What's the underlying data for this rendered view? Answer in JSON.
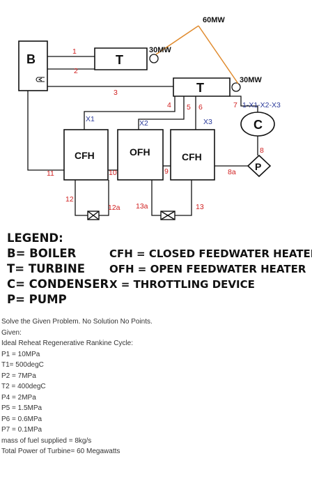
{
  "diagram": {
    "boiler": "B",
    "turbine_hp": "T",
    "turbine_lp": "T",
    "condenser": "C",
    "pump": "P",
    "cfh_left": "CFH",
    "ofh": "OFH",
    "cfh_right": "CFH",
    "power_total": "60MW",
    "power_hp": "30MW",
    "power_lp": "30MW",
    "flow_main": "1-X1-X2-X3",
    "x1": "X1",
    "x2": "X2",
    "x3": "X3",
    "states": [
      "1",
      "2",
      "3",
      "4",
      "5",
      "6",
      "7",
      "8",
      "8a",
      "9",
      "10",
      "11",
      "12",
      "12a",
      "13a",
      "13"
    ]
  },
  "legend": {
    "title": "LEGEND:",
    "left": [
      "B= BOILER",
      "T= TURBINE",
      "C= CONDENSER",
      "P= PUMP"
    ],
    "right": [
      "CFH = CLOSED FEEDWATER HEATER",
      "OFH = OPEN FEEDWATER HEATER",
      "X = THROTTLING DEVICE"
    ]
  },
  "problem": {
    "lines": [
      "Solve the Given Problem. No Solution No Points.",
      "Given:",
      "Ideal Reheat Regenerative Rankine Cycle:",
      "P1 = 10MPa",
      "T1= 500degC",
      "P2 = 7MPa",
      "T2 = 400degC",
      "P4 = 2MPa",
      "P5 = 1.5MPa",
      "P6 = 0.6MPa",
      "P7 = 0.1MPa",
      "mass of fuel supplied = 8kg/s",
      "Total Power of Turbine= 60 Megawatts"
    ]
  },
  "colors": {
    "state_label": "#d02020",
    "flow_label": "#2a3a9a",
    "power_line": "#e08a2c",
    "line": "#111111"
  }
}
